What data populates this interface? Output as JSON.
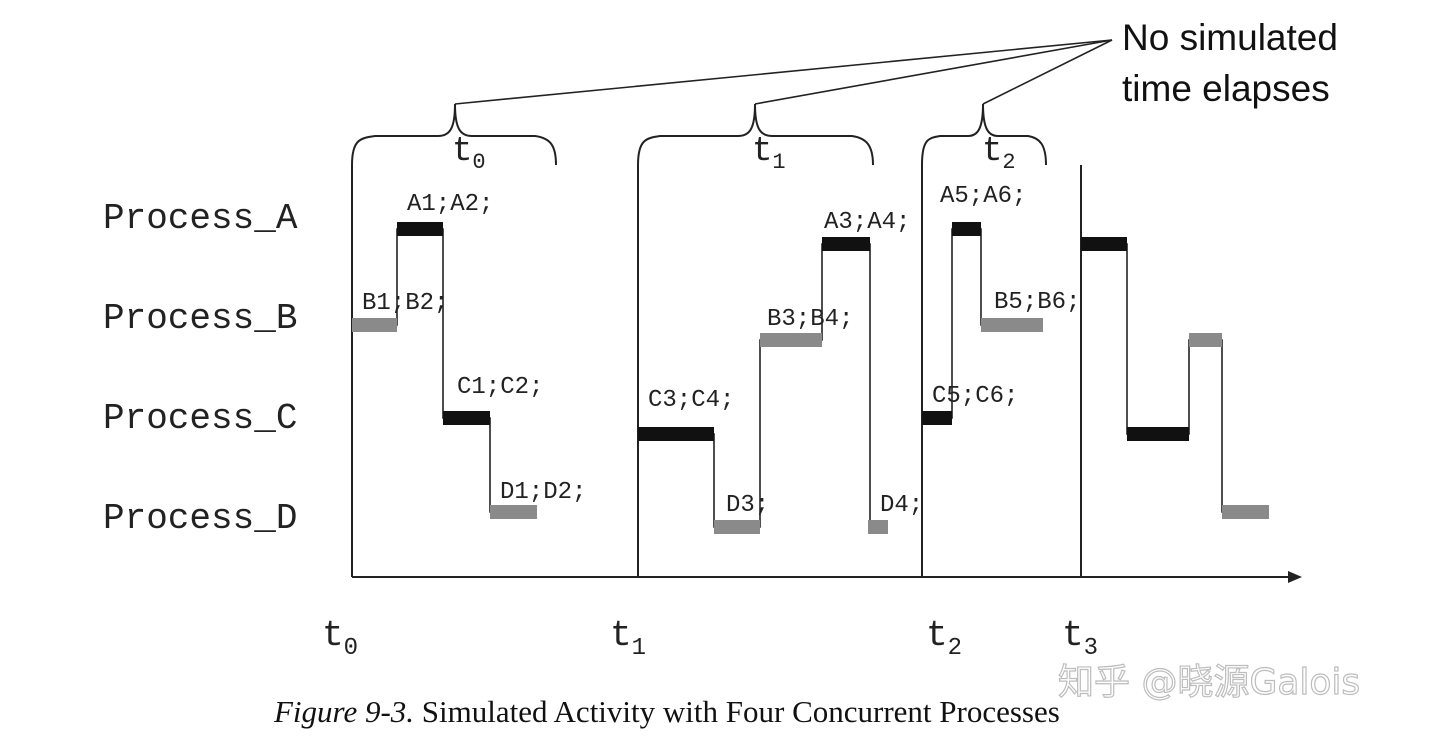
{
  "annotation": {
    "line1": "No simulated",
    "line2": "time elapses"
  },
  "processes": [
    "Process_A",
    "Process_B",
    "Process_C",
    "Process_D"
  ],
  "braces": [
    {
      "base": "t",
      "sub": "0"
    },
    {
      "base": "t",
      "sub": "1"
    },
    {
      "base": "t",
      "sub": "2"
    }
  ],
  "step_labels": [
    "A1;A2;",
    "B1;B2;",
    "C1;C2;",
    "D1;D2;",
    "C3;C4;",
    "D3;",
    "B3;B4;",
    "A3;A4;",
    "D4;",
    "A5;A6;",
    "B5;B6;",
    "C5;C6;"
  ],
  "axis_ticks": [
    {
      "base": "t",
      "sub": "0"
    },
    {
      "base": "t",
      "sub": "1"
    },
    {
      "base": "t",
      "sub": "2"
    },
    {
      "base": "t",
      "sub": "3"
    }
  ],
  "caption": {
    "prefix": "Figure 9-3.",
    "text": " Simulated Activity with Four Concurrent Processes"
  },
  "watermark": "知乎 @晓源Galois",
  "colors": {
    "ink": "#111111",
    "active_dark": "#111111",
    "active_light": "#8a8a8a",
    "background": "#ffffff"
  }
}
